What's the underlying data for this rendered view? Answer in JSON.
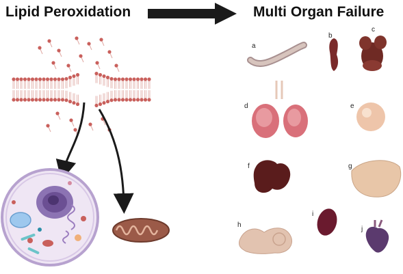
{
  "titles": {
    "left": "Lipid Peroxidation",
    "right": "Multi Organ Failure"
  },
  "organ_labels": [
    "a",
    "b",
    "c",
    "d",
    "e",
    "f",
    "g",
    "h",
    "i",
    "j"
  ],
  "colors": {
    "lipid_head": "#c9605c",
    "lipid_tail": "#e0a8a2",
    "arrow": "#1a1a1a",
    "cell_membrane": "#b7a2cf",
    "cell_fill": "#efe6f4",
    "nucleus": "#6b4f93",
    "mitochondrion": "#9b5a48",
    "organ_liver_red": "#7a2a2a",
    "organ_lung_pink": "#d9707a",
    "organ_pale": "#e8c6a8"
  },
  "icons": [
    "phospholipid-bilayer-icon",
    "cell-icon",
    "mitochondrion-icon",
    "intestine-icon",
    "kidney-icon",
    "lung-icon",
    "heart-icon",
    "spleen-icon",
    "stomach-icon",
    "liver-icon"
  ]
}
